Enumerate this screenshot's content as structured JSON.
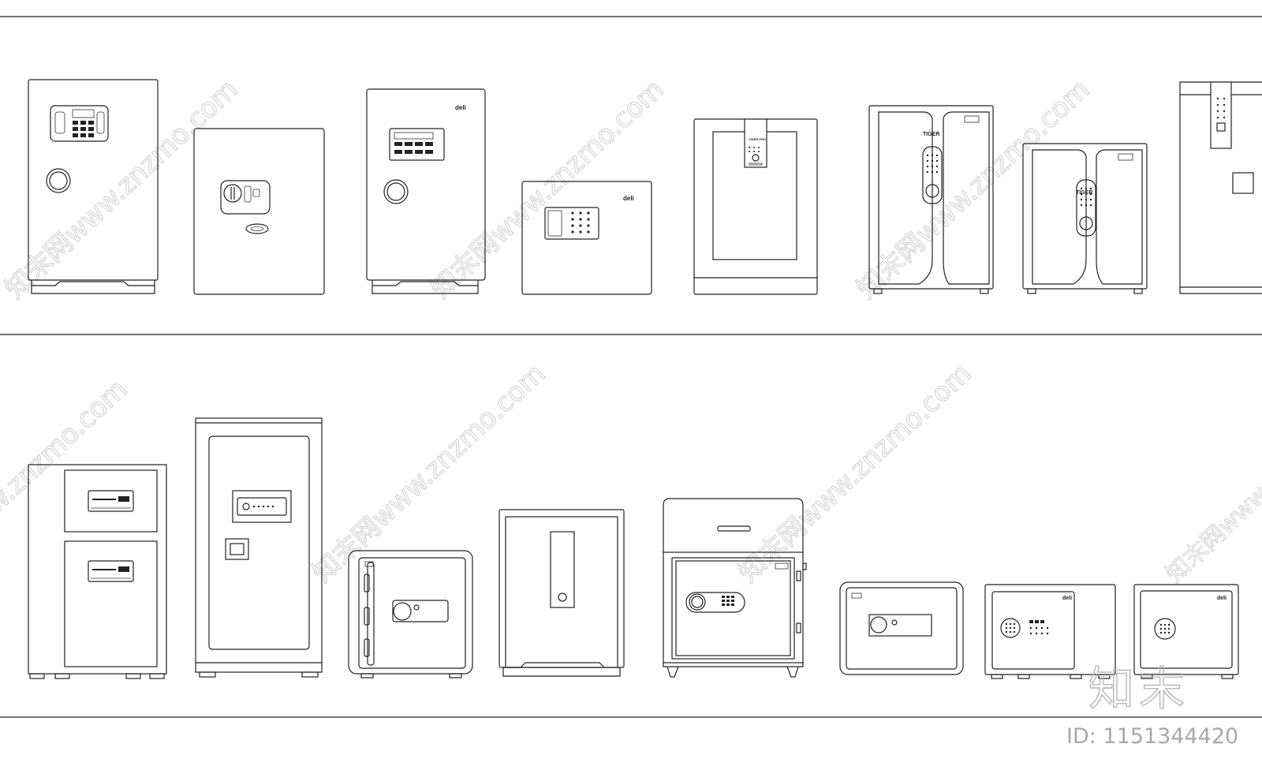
{
  "watermark": {
    "site": "知末网www.znzmo.com"
  },
  "brands": {
    "deli": "deli",
    "tiger": "TIGER"
  },
  "logo": {
    "text": "知末"
  },
  "footer": {
    "id_text": "ID: 1151344420"
  },
  "colors": {
    "line": "#222222",
    "watermark": "#d8d8d8",
    "id_text": "#a8a8a8"
  }
}
